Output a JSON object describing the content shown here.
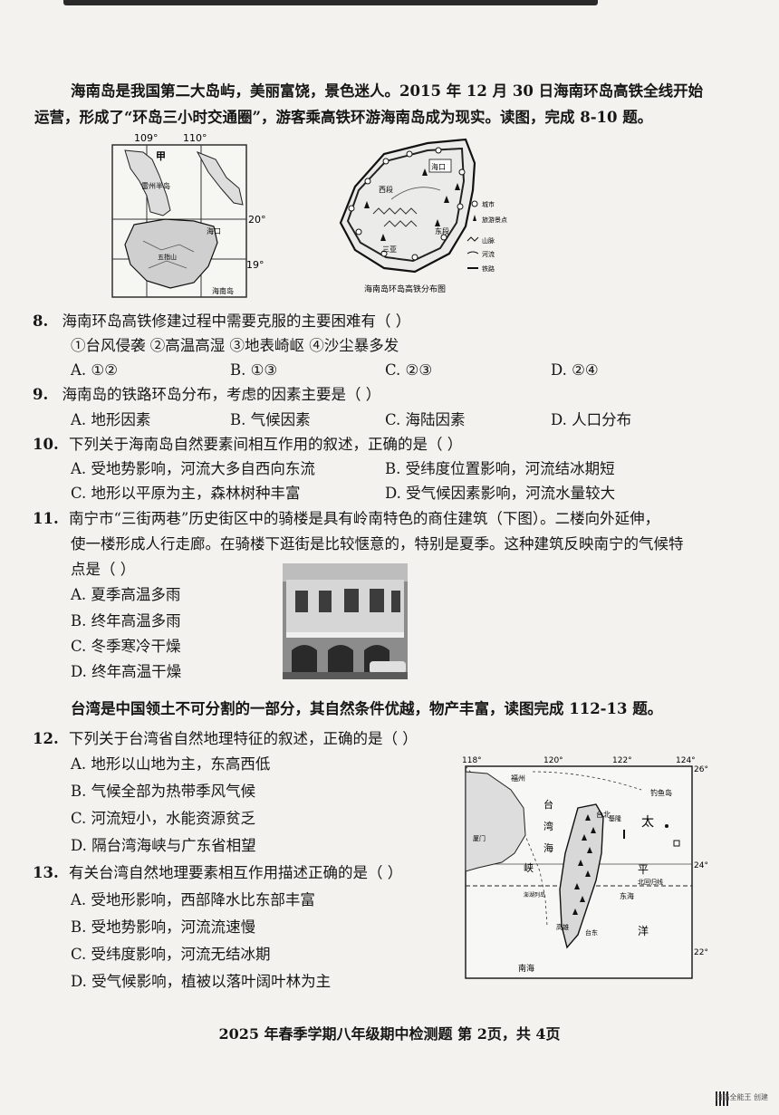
{
  "intro1": {
    "line1": "海南岛是我国第二大岛屿，美丽富饶，景色迷人。2015 年 12 月 30 日海南环岛高铁全线开始",
    "line2": "运营，形成了“环岛三小时交通圈”，游客乘高铁环游海南岛成为现实。读图，完成 8-10 题。"
  },
  "map1": {
    "lon_labels": [
      "109°",
      "110°"
    ],
    "lat_labels": [
      "20°",
      "19°"
    ],
    "place_labels": [
      "甲",
      "雷州半岛",
      "海口",
      "五指山",
      "海南岛"
    ]
  },
  "map2": {
    "caption": "海南岛环岛高铁分布图",
    "places": [
      "海口",
      "西段",
      "东段",
      "三亚"
    ],
    "legend": [
      "城市",
      "旅游景点",
      "山脉",
      "河流",
      "铁路"
    ]
  },
  "q8": {
    "num": "8.",
    "stem": "海南环岛高铁修建过程中需要克服的主要困难有（      ）",
    "items": "①台风侵袭  ②高温高湿  ③地表崎岖  ④沙尘暴多发",
    "options": [
      "A. ①②",
      "B. ①③",
      "C. ②③",
      "D. ②④"
    ]
  },
  "q9": {
    "num": "9.",
    "stem": "海南岛的铁路环岛分布，考虑的因素主要是（      ）",
    "options": [
      "A. 地形因素",
      "B. 气候因素",
      "C. 海陆因素",
      "D. 人口分布"
    ]
  },
  "q10": {
    "num": "10.",
    "stem": "下列关于海南岛自然要素间相互作用的叙述，正确的是（      ）",
    "options": [
      "A. 受地势影响，河流大多自西向东流",
      "B. 受纬度位置影响，河流结冰期短",
      "C. 地形以平原为主，森林树种丰富",
      "D. 受气候因素影响，河流水量较大"
    ]
  },
  "q11": {
    "num": "11.",
    "line1": "南宁市“三街两巷”历史街区中的骑楼是具有岭南特色的商住建筑（下图）。二楼向外延伸，",
    "line2": "使一楼形成人行走廊。在骑楼下逛街是比较惬意的，特别是夏季。这种建筑反映南宁的气候特",
    "line3": "点是（      ）",
    "options": [
      "A. 夏季高温多雨",
      "B. 终年高温多雨",
      "C. 冬季寒冷干燥",
      "D. 终年高温干燥"
    ]
  },
  "intro2": "台湾是中国领土不可分割的一部分，其自然条件优越，物产丰富，读图完成 112-13 题。",
  "q12": {
    "num": "12.",
    "stem": "下列关于台湾省自然地理特征的叙述，正确的是（      ）",
    "options": [
      "A. 地形以山地为主，东高西低",
      "B. 气候全部为热带季风气候",
      "C. 河流短小，水能资源贫乏",
      "D. 隔台湾海峡与广东省相望"
    ]
  },
  "q13": {
    "num": "13.",
    "stem": "有关台湾自然地理要素相互作用描述正确的是（      ）",
    "options": [
      "A. 受地形影响，西部降水比东部丰富",
      "B. 受地势影响，河流流速慢",
      "C. 受纬度影响，河流无结冰期",
      "D. 受气候影响，植被以落叶阔叶林为主"
    ]
  },
  "map3": {
    "lon_labels": [
      "118°",
      "120°",
      "122°",
      "124°"
    ],
    "lat_labels": [
      "26°",
      "24°",
      "22°"
    ],
    "places": [
      "福州",
      "钓鱼岛",
      "台北",
      "基隆",
      "台",
      "湾",
      "海",
      "峡",
      "太",
      "平",
      "洋",
      "北回归线",
      "东海",
      "高雄",
      "台东",
      "澎湖列岛",
      "南海",
      "厦门"
    ]
  },
  "footer": "2025 年春季学期八年级期中检测题  第 2页，共 4页",
  "scan_mark": "扫描全能王 创建"
}
